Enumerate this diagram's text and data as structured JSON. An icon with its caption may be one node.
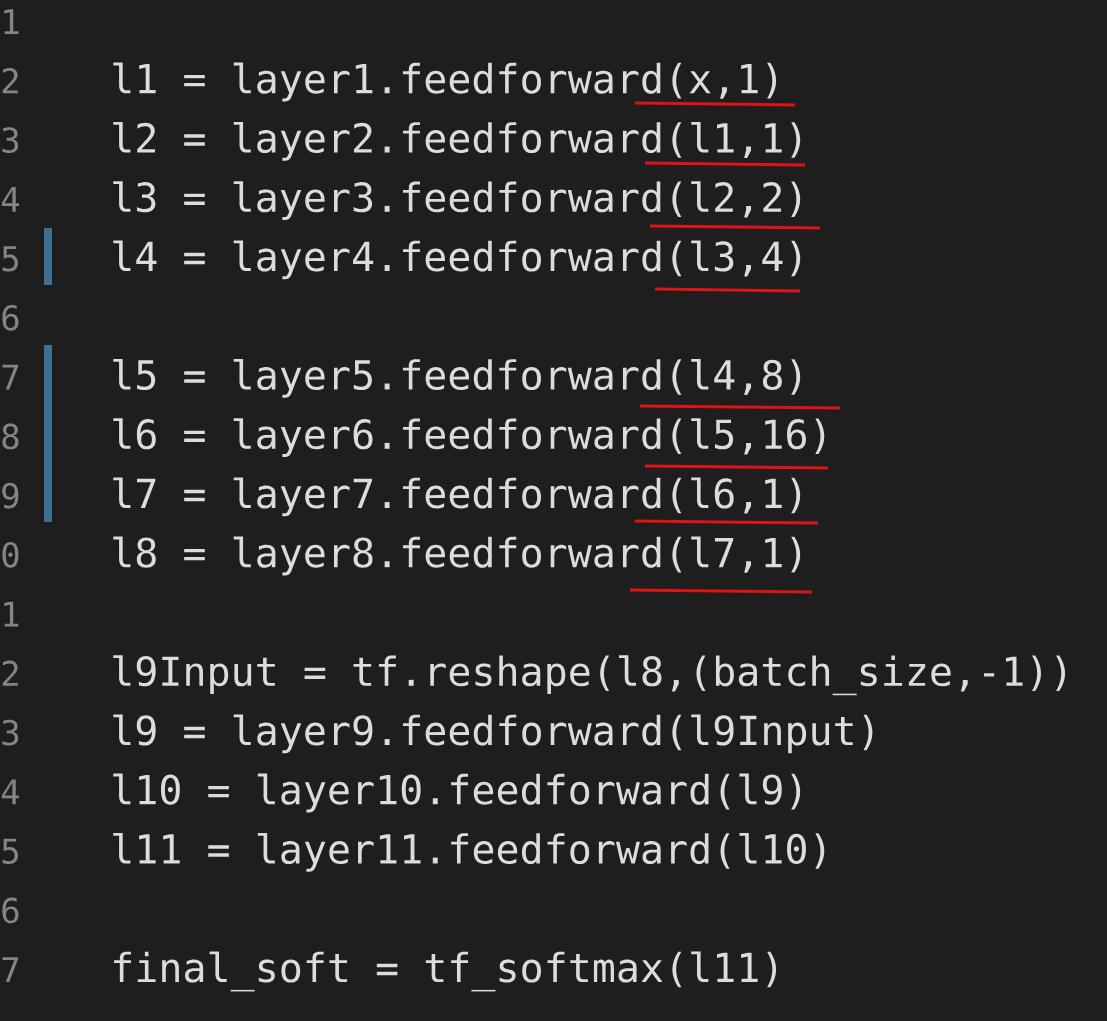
{
  "diagram": {
    "labels": [
      "1",
      "2",
      "l1 = layer1.feedforward(x,1)",
      "3",
      "l2 = layer2.feedforward(l1,1)",
      "4",
      "l3 = layer3.feedforward(l2,2)",
      "5",
      "l4 = layer4.feedforward(l3,4)",
      "6",
      "7",
      "l5 = layer5.feedforward(l4,8)",
      "8",
      "l6 = layer6.feedforward(l5,16)",
      "9",
      "l7 = layer7.feedforward(l6,1)",
      "0",
      "l8 = layer8.feedforward(l7,1)",
      "1",
      "2",
      "l9Input = tf.reshape(l8,(batch_size,-1))",
      "3",
      "l9  = layer9.feedforward(l9Input)",
      "4",
      "l10 = layer10.feedforward(l9)",
      "5",
      "l11 = layer11.feedforward(l10)",
      "6",
      "7",
      "final_soft = tf_softmax(l11)"
    ]
  }
}
